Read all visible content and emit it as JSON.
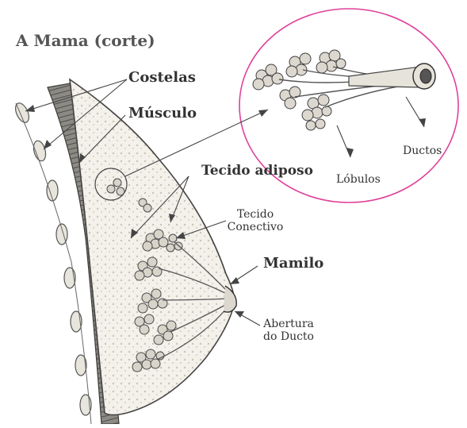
{
  "title": "A Mama (corte)",
  "labels": {
    "costelas": "Costelas",
    "musculo": "Músculo",
    "tecido_adiposo": "Tecido adiposo",
    "tecido_conectivo_1": "Tecido",
    "tecido_conectivo_2": "Conectivo",
    "mamilo": "Mamilo",
    "abertura_1": "Abertura",
    "abertura_2": "do Ducto",
    "lobulos": "Lóbulos",
    "ductos": "Ductos"
  },
  "colors": {
    "magnify_circle": "#e0409a",
    "line": "#444444"
  }
}
